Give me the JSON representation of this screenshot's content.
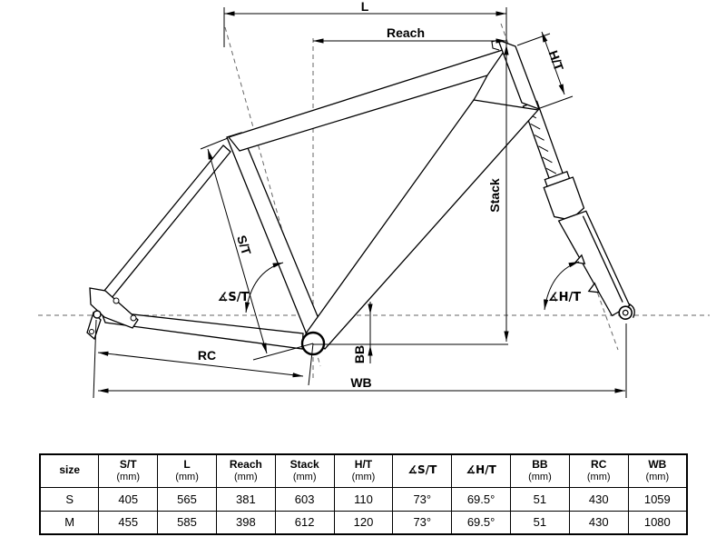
{
  "diagram": {
    "labels": {
      "top_length": "L",
      "reach": "Reach",
      "head_tube": "H/T",
      "stack": "Stack",
      "seat_tube": "S/T",
      "seat_tube_angle": "∡S/T",
      "head_tube_angle": "∡H/T",
      "bb_drop": "BB",
      "rear_center": "RC",
      "wheelbase": "WB"
    }
  },
  "table": {
    "headers": [
      {
        "label": "size",
        "unit": ""
      },
      {
        "label": "S/T",
        "unit": "(mm)"
      },
      {
        "label": "L",
        "unit": "(mm)"
      },
      {
        "label": "Reach",
        "unit": "(mm)"
      },
      {
        "label": "Stack",
        "unit": "(mm)"
      },
      {
        "label": "H/T",
        "unit": "(mm)"
      },
      {
        "label": "∡S/T",
        "unit": ""
      },
      {
        "label": "∡H/T",
        "unit": ""
      },
      {
        "label": "BB",
        "unit": "(mm)"
      },
      {
        "label": "RC",
        "unit": "(mm)"
      },
      {
        "label": "WB",
        "unit": "(mm)"
      }
    ],
    "rows": [
      [
        "S",
        "405",
        "565",
        "381",
        "603",
        "110",
        "73°",
        "69.5°",
        "51",
        "430",
        "1059"
      ],
      [
        "M",
        "455",
        "585",
        "398",
        "612",
        "120",
        "73°",
        "69.5°",
        "51",
        "430",
        "1080"
      ]
    ]
  }
}
